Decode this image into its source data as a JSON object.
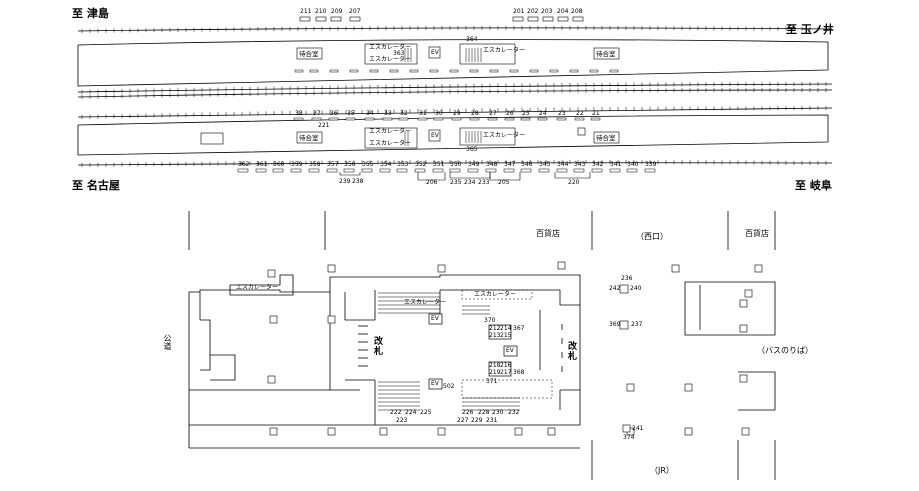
{
  "directions": {
    "top_left": "至 津島",
    "top_right": "至 玉ノ井",
    "bottom_left": "至 名古屋",
    "bottom_right": "至 岐阜"
  },
  "upper_platform": {
    "top_row_left": [
      "211",
      "210",
      "209",
      "207"
    ],
    "top_row_right": [
      "201",
      "202",
      "203",
      "204",
      "208"
    ],
    "waiting_room": "待合室",
    "escalator": "エスカレーター",
    "ev": "EV",
    "num_363": "363",
    "num_364": "364"
  },
  "lower_platform": {
    "row_numbers": [
      "38",
      "37",
      "36",
      "35",
      "34",
      "33",
      "32",
      "31",
      "30",
      "29",
      "28",
      "27",
      "26",
      "25",
      "24",
      "23",
      "22",
      "21"
    ],
    "num_221": "221",
    "waiting_room": "待合室",
    "escalator": "エスカレーター",
    "ev": "EV",
    "num_365": "365",
    "bottom_row": [
      "362",
      "361",
      "360",
      "359",
      "358",
      "357",
      "356",
      "355",
      "354",
      "353",
      "352",
      "351",
      "350",
      "349",
      "348",
      "347",
      "346",
      "345",
      "344",
      "343",
      "342",
      "341",
      "340",
      "339"
    ],
    "under_labels": [
      "239",
      "238",
      "206",
      "235",
      "234",
      "233",
      "205",
      "220"
    ]
  },
  "concourse": {
    "department_store_left": "百貨店",
    "west_exit": "（西口）",
    "department_store_right": "百貨店",
    "public_road": "公道",
    "gate_left": "改札",
    "gate_right": "改札",
    "escalator_upper": "エスカレーター",
    "escalator_mid": "エスカレーター",
    "escalator_right": "エスカレーター",
    "ev_1": "EV",
    "ev_2": "EV",
    "ev_3": "EV",
    "num_502": "502",
    "num_370": "370",
    "stack_1": [
      "212",
      "213"
    ],
    "stack_2": [
      "214",
      "215"
    ],
    "num_367": "367",
    "stack_3": [
      "218",
      "219"
    ],
    "stack_4": [
      "216",
      "217"
    ],
    "num_368": "368",
    "num_371": "371",
    "bottom_row_1": [
      "222",
      "224",
      "225",
      "226",
      "228",
      "230",
      "232"
    ],
    "bottom_row_2": [
      "223",
      "227",
      "229",
      "231"
    ],
    "num_236": "236",
    "num_242": "242",
    "num_240": "240",
    "num_369": "369",
    "num_237": "237",
    "num_241": "241",
    "num_374": "374",
    "bus_stop": "（バスのりば）",
    "jr": "（JR）"
  }
}
